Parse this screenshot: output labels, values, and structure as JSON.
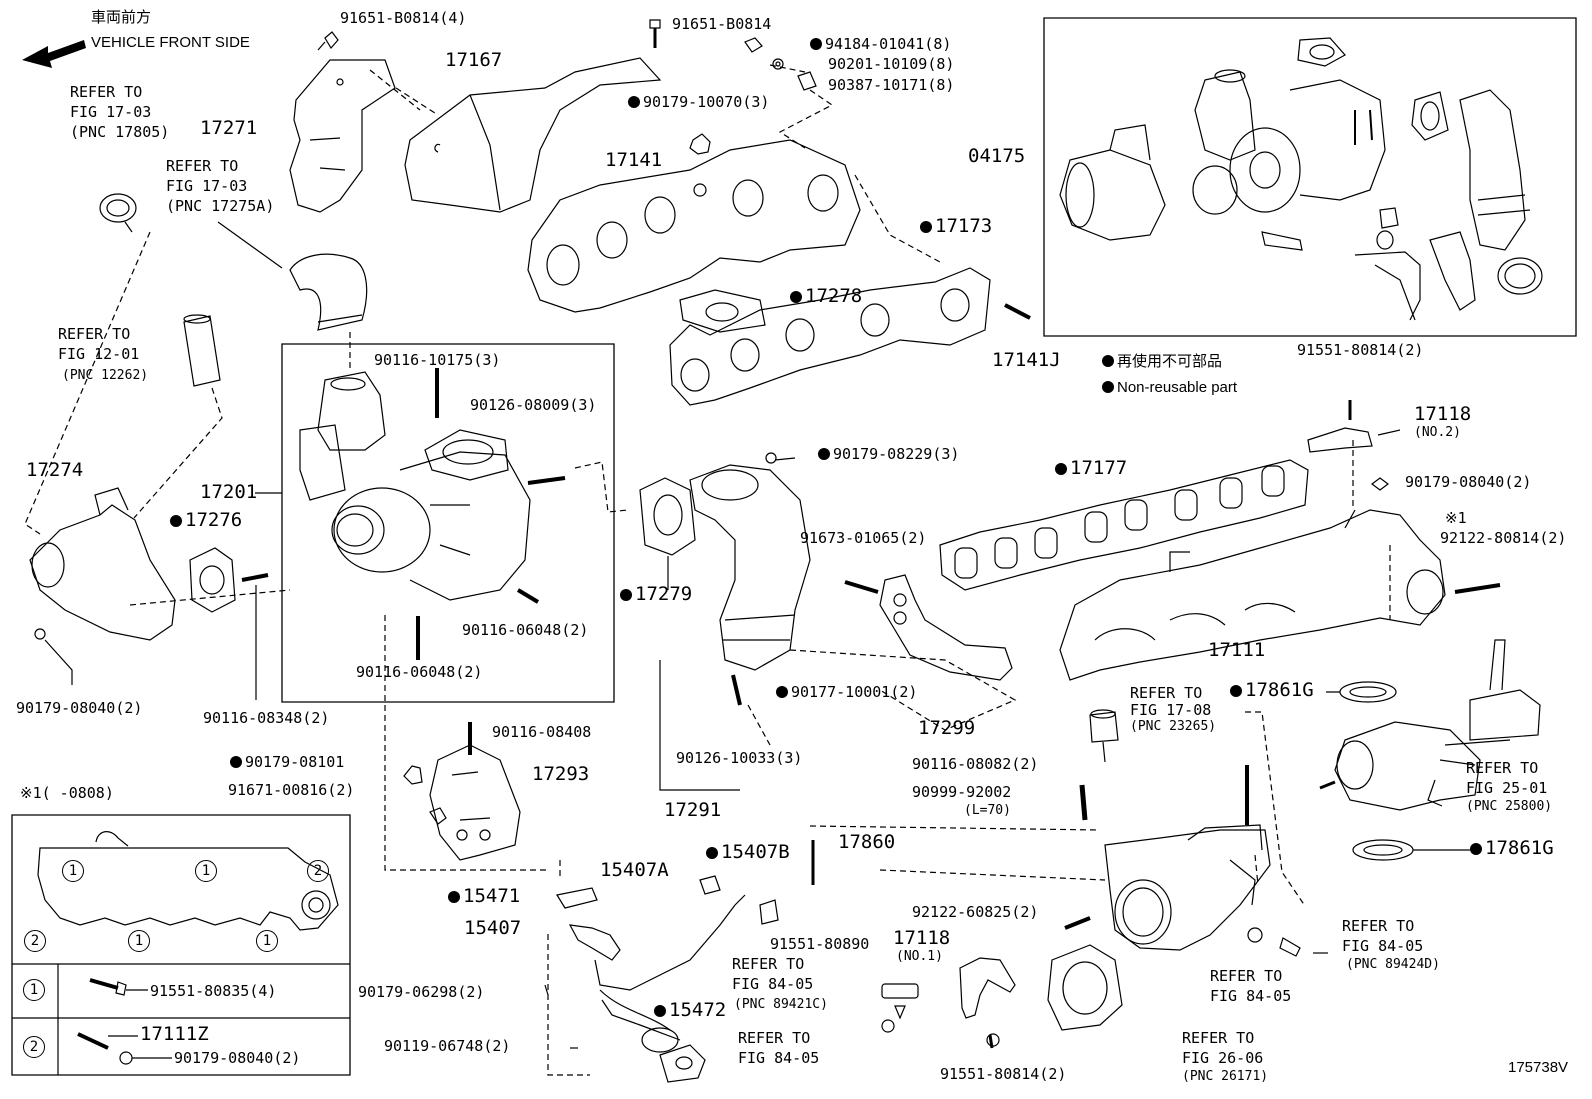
{
  "header": {
    "jp": "車両前方",
    "en": "VEHICLE FRONT SIDE"
  },
  "diagram_id": "175738V",
  "legend": {
    "jp": "再使用不可部品",
    "en": "Non-reusable part"
  },
  "note_box": {
    "title": "※1(   -0808)",
    "row1_part": "91551-80835(4)",
    "row2_part_a": "17111Z",
    "row2_part_b": "90179-08040(2)",
    "num1": "1",
    "num2": "2"
  },
  "refs": {
    "r1": [
      "REFER TO",
      "FIG 17-03",
      "(PNC 17805)"
    ],
    "r2": [
      "REFER TO",
      "FIG 17-03",
      "(PNC 17275A)"
    ],
    "r3": [
      "REFER TO",
      "FIG 12-01",
      "(PNC 12262)"
    ],
    "r4": [
      "REFER TO",
      "FIG 17-08",
      "(PNC 23265)"
    ],
    "r5": [
      "REFER TO",
      "FIG 25-01",
      "(PNC 25800)"
    ],
    "r6": [
      "REFER TO",
      "FIG 84-05",
      "(PNC 89424D)"
    ],
    "r7": [
      "REFER TO",
      "FIG 84-05"
    ],
    "r8": [
      "REFER TO",
      "FIG 84-05",
      "(PNC 89421C)"
    ],
    "r9": [
      "REFER TO",
      "FIG 84-05"
    ],
    "r10": [
      "REFER TO",
      "FIG 26-06",
      "(PNC 26171)"
    ]
  },
  "parts": {
    "p91651_b0814_4": "91651-B0814(4)",
    "p91651_b0814": "91651-B0814",
    "p94184": "94184-01041(8)",
    "p90201": "90201-10109(8)",
    "p90387": "90387-10171(8)",
    "p90179_10070": "90179-10070(3)",
    "p17167": "17167",
    "p17271": "17271",
    "p17141": "17141",
    "p17173": "17173",
    "p17278": "17278",
    "p17141j": "17141J",
    "p04175": "04175",
    "p91551_80814_top": "91551-80814(2)",
    "p17118_no2": "17118",
    "p17118_no2_sub": "(NO.2)",
    "p90179_08040_r": "90179-08040(2)",
    "p92122_80814": "92122-80814(2)",
    "p_x1": "※1",
    "p17177": "17177",
    "p17111": "17111",
    "p17861g_a": "17861G",
    "p17861g_b": "17861G",
    "p90116_10175": "90116-10175(3)",
    "p90126_08009": "90126-08009(3)",
    "p17201": "17201",
    "p17274": "17274",
    "p17276": "17276",
    "p90179_08229": "90179-08229(3)",
    "p17279": "17279",
    "p91673": "91673-01065(2)",
    "p90116_06048_a": "90116-06048(2)",
    "p90116_06048_b": "90116-06048(2)",
    "p90179_08040_l": "90179-08040(2)",
    "p90116_08348": "90116-08348(2)",
    "p90177": "90177-10001(2)",
    "p17299": "17299",
    "p90126_10033": "90126-10033(3)",
    "p17291": "17291",
    "p90116_08408": "90116-08408",
    "p90179_08101": "90179-08101",
    "p17293": "17293",
    "p91671": "91671-00816(2)",
    "p90116_08082": "90116-08082(2)",
    "p90999": "90999-92002",
    "p90999_sub": "(L=70)",
    "p17860": "17860",
    "p92122_60825": "92122-60825(2)",
    "p15407a": "15407A",
    "p15407b": "15407B",
    "p15471": "15471",
    "p15407": "15407",
    "p91551_80890": "91551-80890",
    "p17118_no1": "17118",
    "p17118_no1_sub": "(NO.1)",
    "p90179_06298": "90179-06298(2)",
    "p15472": "15472",
    "p90119": "90119-06748(2)",
    "p91551_80814_bot": "91551-80814(2)"
  }
}
